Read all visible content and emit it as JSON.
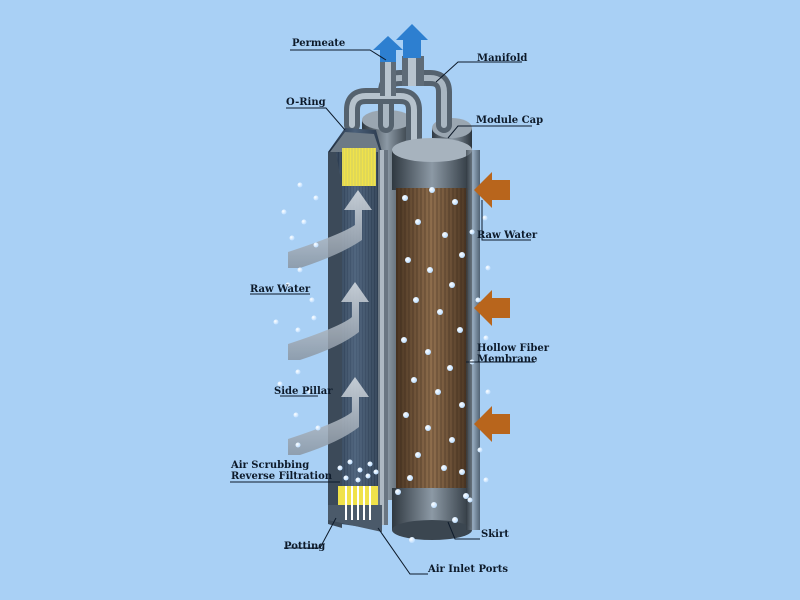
{
  "labels": {
    "permeate": "Permeate",
    "manifold": "Manifold",
    "o_ring": "O-Ring",
    "module_cap": "Module Cap",
    "raw_water_right": "Raw Water",
    "raw_water_left": "Raw Water",
    "hollow_fiber_line1": "Hollow Fiber",
    "hollow_fiber_line2": "Membrane",
    "side_pillar": "Side Pillar",
    "air_scrubbing_line1": "Air Scrubbing",
    "air_scrubbing_line2": "Reverse Filtration",
    "skirt": "Skirt",
    "potting": "Potting",
    "air_inlet_ports": "Air Inlet Ports"
  },
  "colors": {
    "background": "#a9d0f5",
    "permeate_arrow": "#2d7fd0",
    "raw_water_arrow": "#b8651c",
    "potting": "#f0e24a",
    "membrane": "#7a5a3c"
  }
}
